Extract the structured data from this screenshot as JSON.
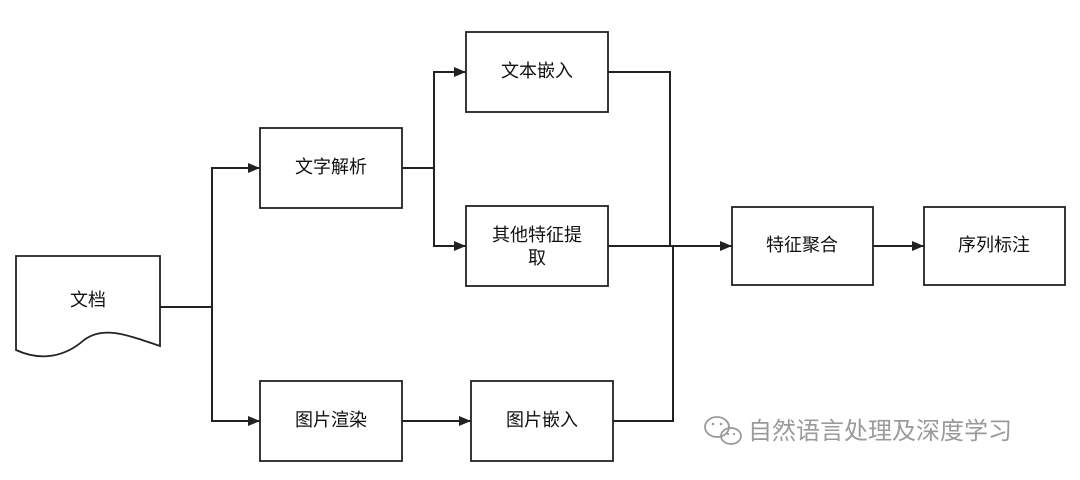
{
  "nodes": {
    "doc": "文档",
    "text_parse": "文字解析",
    "text_embed": "文本嵌入",
    "other_feat_line1": "其他特征提",
    "other_feat_line2": "取",
    "image_render": "图片渲染",
    "image_embed": "图片嵌入",
    "feature_agg": "特征聚合",
    "seq_label": "序列标注"
  },
  "watermark": {
    "text": "自然语言处理及深度学习",
    "icon": "wechat-icon"
  },
  "colors": {
    "stroke": "#222222",
    "text": "#111111",
    "watermark": "#9a9a9a",
    "background": "#ffffff"
  }
}
